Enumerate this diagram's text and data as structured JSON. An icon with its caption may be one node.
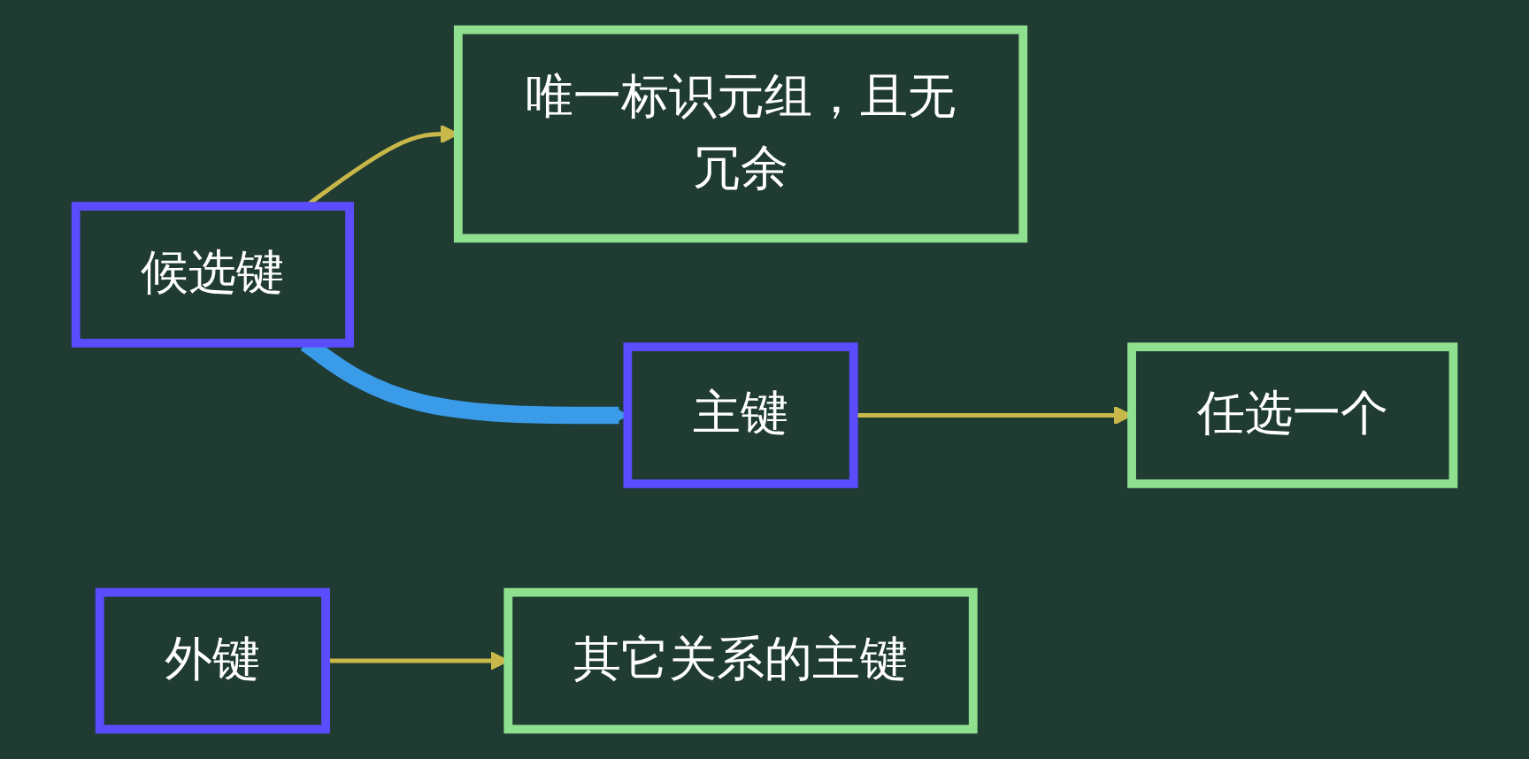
{
  "diagram": {
    "nodes": [
      {
        "text": [
          "候选键"
        ]
      },
      {
        "text": [
          "唯一标识元组，且无冗余"
        ]
      },
      {
        "text": [
          "主键"
        ]
      },
      {
        "text": [
          "任选一个"
        ]
      },
      {
        "text": [
          "外键"
        ]
      },
      {
        "text": [
          "其它关系的主键"
        ]
      }
    ],
    "edges": [
      {
        "from": 0,
        "to": 1,
        "arrow": "to"
      },
      {
        "from": 0,
        "to": 2,
        "arrow": "to",
        "style": "thick",
        "color": "#3a9be8"
      },
      {
        "from": 2,
        "to": 3,
        "arrow": "to"
      },
      {
        "from": 4,
        "to": 5,
        "arrow": "to"
      }
    ]
  }
}
